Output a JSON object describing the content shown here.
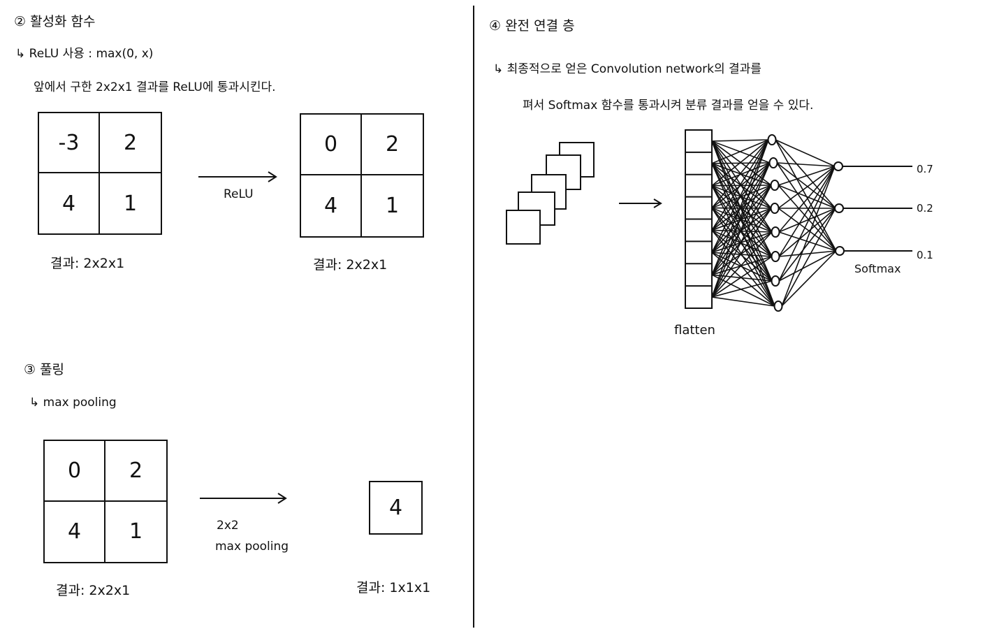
{
  "activation": {
    "heading": "② 활성화 함수",
    "line1": "↳ ReLU 사용 : max(0, x)",
    "line2": "앞에서 구한 2x2x1 결과를 ReLU에 통과시킨다.",
    "input_grid": [
      "-3",
      "2",
      "4",
      "1"
    ],
    "arrow_label": "ReLU",
    "output_grid": [
      "0",
      "2",
      "4",
      "1"
    ],
    "result_in": "결과: 2x2x1",
    "result_out": "결과: 2x2x1"
  },
  "pooling": {
    "heading": "③ 풀링",
    "line1": "↳ max pooling",
    "input_grid": [
      "0",
      "2",
      "4",
      "1"
    ],
    "arrow_label_1": "2x2",
    "arrow_label_2": "max pooling",
    "output_value": "4",
    "result_in": "결과: 2x2x1",
    "result_out": "결과: 1x1x1"
  },
  "fully_connected": {
    "heading": "④ 완전 연결 층",
    "line1": "↳ 최종적으로 얻은 Convolution network의 결과를",
    "line2": "펴서 Softmax 함수를 통과시켜 분류 결과를 얻을 수 있다.",
    "flatten_label": "flatten",
    "softmax_label": "Softmax",
    "outputs": [
      "0.7",
      "0.2",
      "0.1"
    ]
  }
}
